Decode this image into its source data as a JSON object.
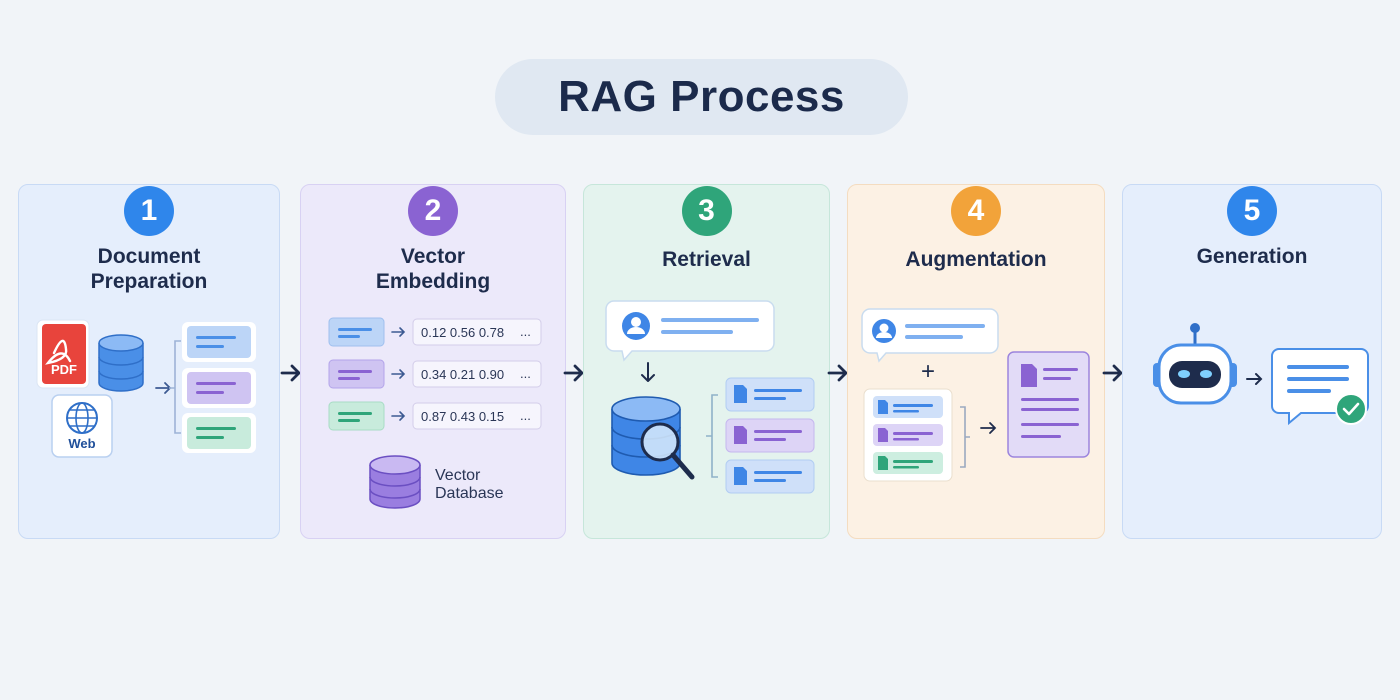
{
  "title": "RAG Process",
  "steps": [
    {
      "number": "1",
      "title_line1": "Document",
      "title_line2": "Preparation",
      "color": "#2f86eb"
    },
    {
      "number": "2",
      "title_line1": "Vector",
      "title_line2": "Embedding",
      "color": "#8a63d2"
    },
    {
      "number": "3",
      "title": "Retrieval",
      "color": "#2fa57a"
    },
    {
      "number": "4",
      "title": "Augmentation",
      "color": "#f2a33a"
    },
    {
      "number": "5",
      "title": "Generation",
      "color": "#2f86eb"
    }
  ],
  "sources": {
    "pdf_label": "PDF",
    "web_label": "Web"
  },
  "vectors": [
    {
      "values": "0.12   0.56   0.78",
      "ellipsis": "..."
    },
    {
      "values": "0.34   0.21   0.90",
      "ellipsis": "..."
    },
    {
      "values": "0.87   0.43   0.15",
      "ellipsis": "..."
    }
  ],
  "vector_db": {
    "line1": "Vector",
    "line2": "Database"
  },
  "augmentation": {
    "plus": "+"
  },
  "colors": {
    "blue": "#2f86eb",
    "purple": "#8a63d2",
    "green": "#2fa57a",
    "orange": "#f2a33a",
    "navy": "#1e2c4c"
  },
  "icons": [
    "pdf-icon",
    "database-icon",
    "globe-icon",
    "chunk-icon",
    "user-icon",
    "magnifier-icon",
    "document-icon",
    "robot-icon",
    "chat-bubble-icon",
    "check-icon",
    "arrow-right-icon",
    "arrow-down-icon"
  ]
}
